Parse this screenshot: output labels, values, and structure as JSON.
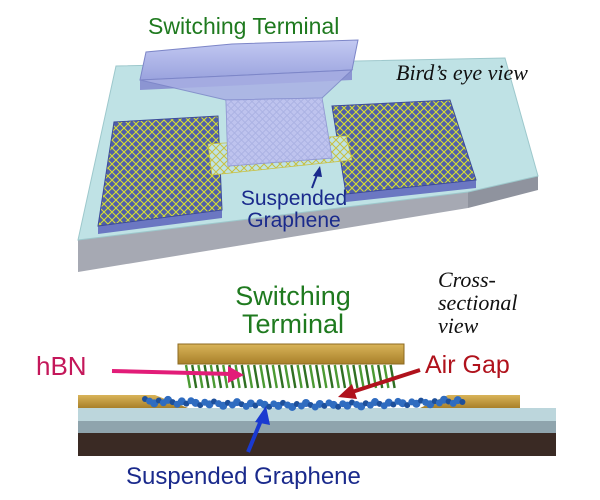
{
  "labels": {
    "top_terminal": "Switching Terminal",
    "birds_eye": "Bird’s eye view",
    "suspended_top": "Suspended Graphene",
    "cross_sectional": "Cross- sectional view",
    "bottom_terminal": "Switching Terminal",
    "hbn": "hBN",
    "air_gap": "Air Gap",
    "suspended_bottom": "Suspended Graphene"
  },
  "colors": {
    "substrate_top": "#bfe2e5",
    "substrate_side": "#a9acb6",
    "electrode_pad": "#8b96d8",
    "terminal": "#aab2e6",
    "graphene_lattice": "#d8e030",
    "gold": "#c8a13c",
    "hbn_green": "#3d8a2a",
    "graphene_blue": "#2860b0",
    "label_green": "#1f7a1f",
    "label_navy": "#1a2a8c",
    "arrow_pink": "#e21c78",
    "arrow_red": "#b0121c",
    "arrow_blue": "#1a3ad0"
  }
}
